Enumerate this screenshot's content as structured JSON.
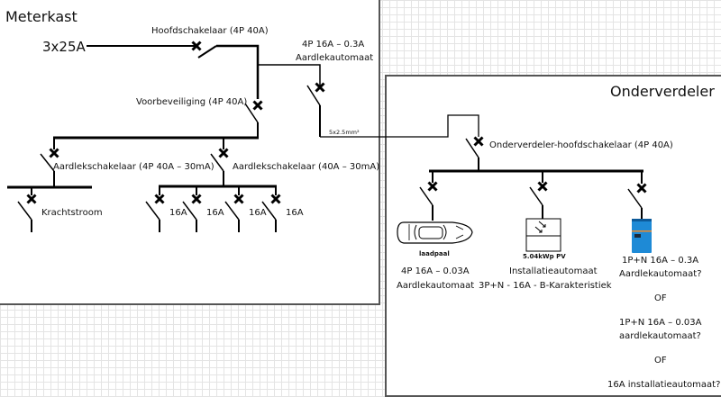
{
  "meterkast": {
    "title": "Meterkast",
    "supply": "3x25A",
    "main_switch": "Hoofdschakelaar (4P 40A)",
    "rcbo_sub_feed_line1": "4P 16A – 0.3A",
    "rcbo_sub_feed_line2": "Aardlekautomaat",
    "pre_protection": "Voorbeveiliging (4P 40A)",
    "cable": "5x2.5mm²",
    "rcd_left": "Aardlekschakelaar (4P 40A – 30mA)",
    "rcd_right": "Aardlekschakelaar (40A – 30mA)",
    "power_group": "Krachtstroom",
    "groups": [
      "16A",
      "16A",
      "16A",
      "16A"
    ]
  },
  "onderverdeler": {
    "title": "Onderverdeler",
    "main_switch": "Onderverdeler-hoofdschakelaar (4P 40A)",
    "branches": [
      {
        "device_label": "laadpaal",
        "device_icon": "car-icon",
        "line1": "4P 16A – 0.03A",
        "line2": "Aardlekautomaat"
      },
      {
        "device_label": "5.04kWp PV",
        "device_icon": "solar-panel-icon",
        "line1": "Installatieautomaat",
        "line2": "3P+N - 16A - B-Karakteristiek"
      },
      {
        "device_label": "",
        "device_icon": "inverter-icon",
        "line1": "1P+N 16A – 0.3A",
        "line2": "Aardlekautomaat?",
        "or1": "OF",
        "alt1_line1": "1P+N 16A – 0.03A",
        "alt1_line2": "aardlekautomaat?",
        "or2": "OF",
        "alt2": "16A installatieautomaat?"
      }
    ]
  },
  "colors": {
    "inverter_body": "#1e8ad6",
    "inverter_stripe": "#f28c28",
    "inverter_screen": "#1b2a3a"
  }
}
